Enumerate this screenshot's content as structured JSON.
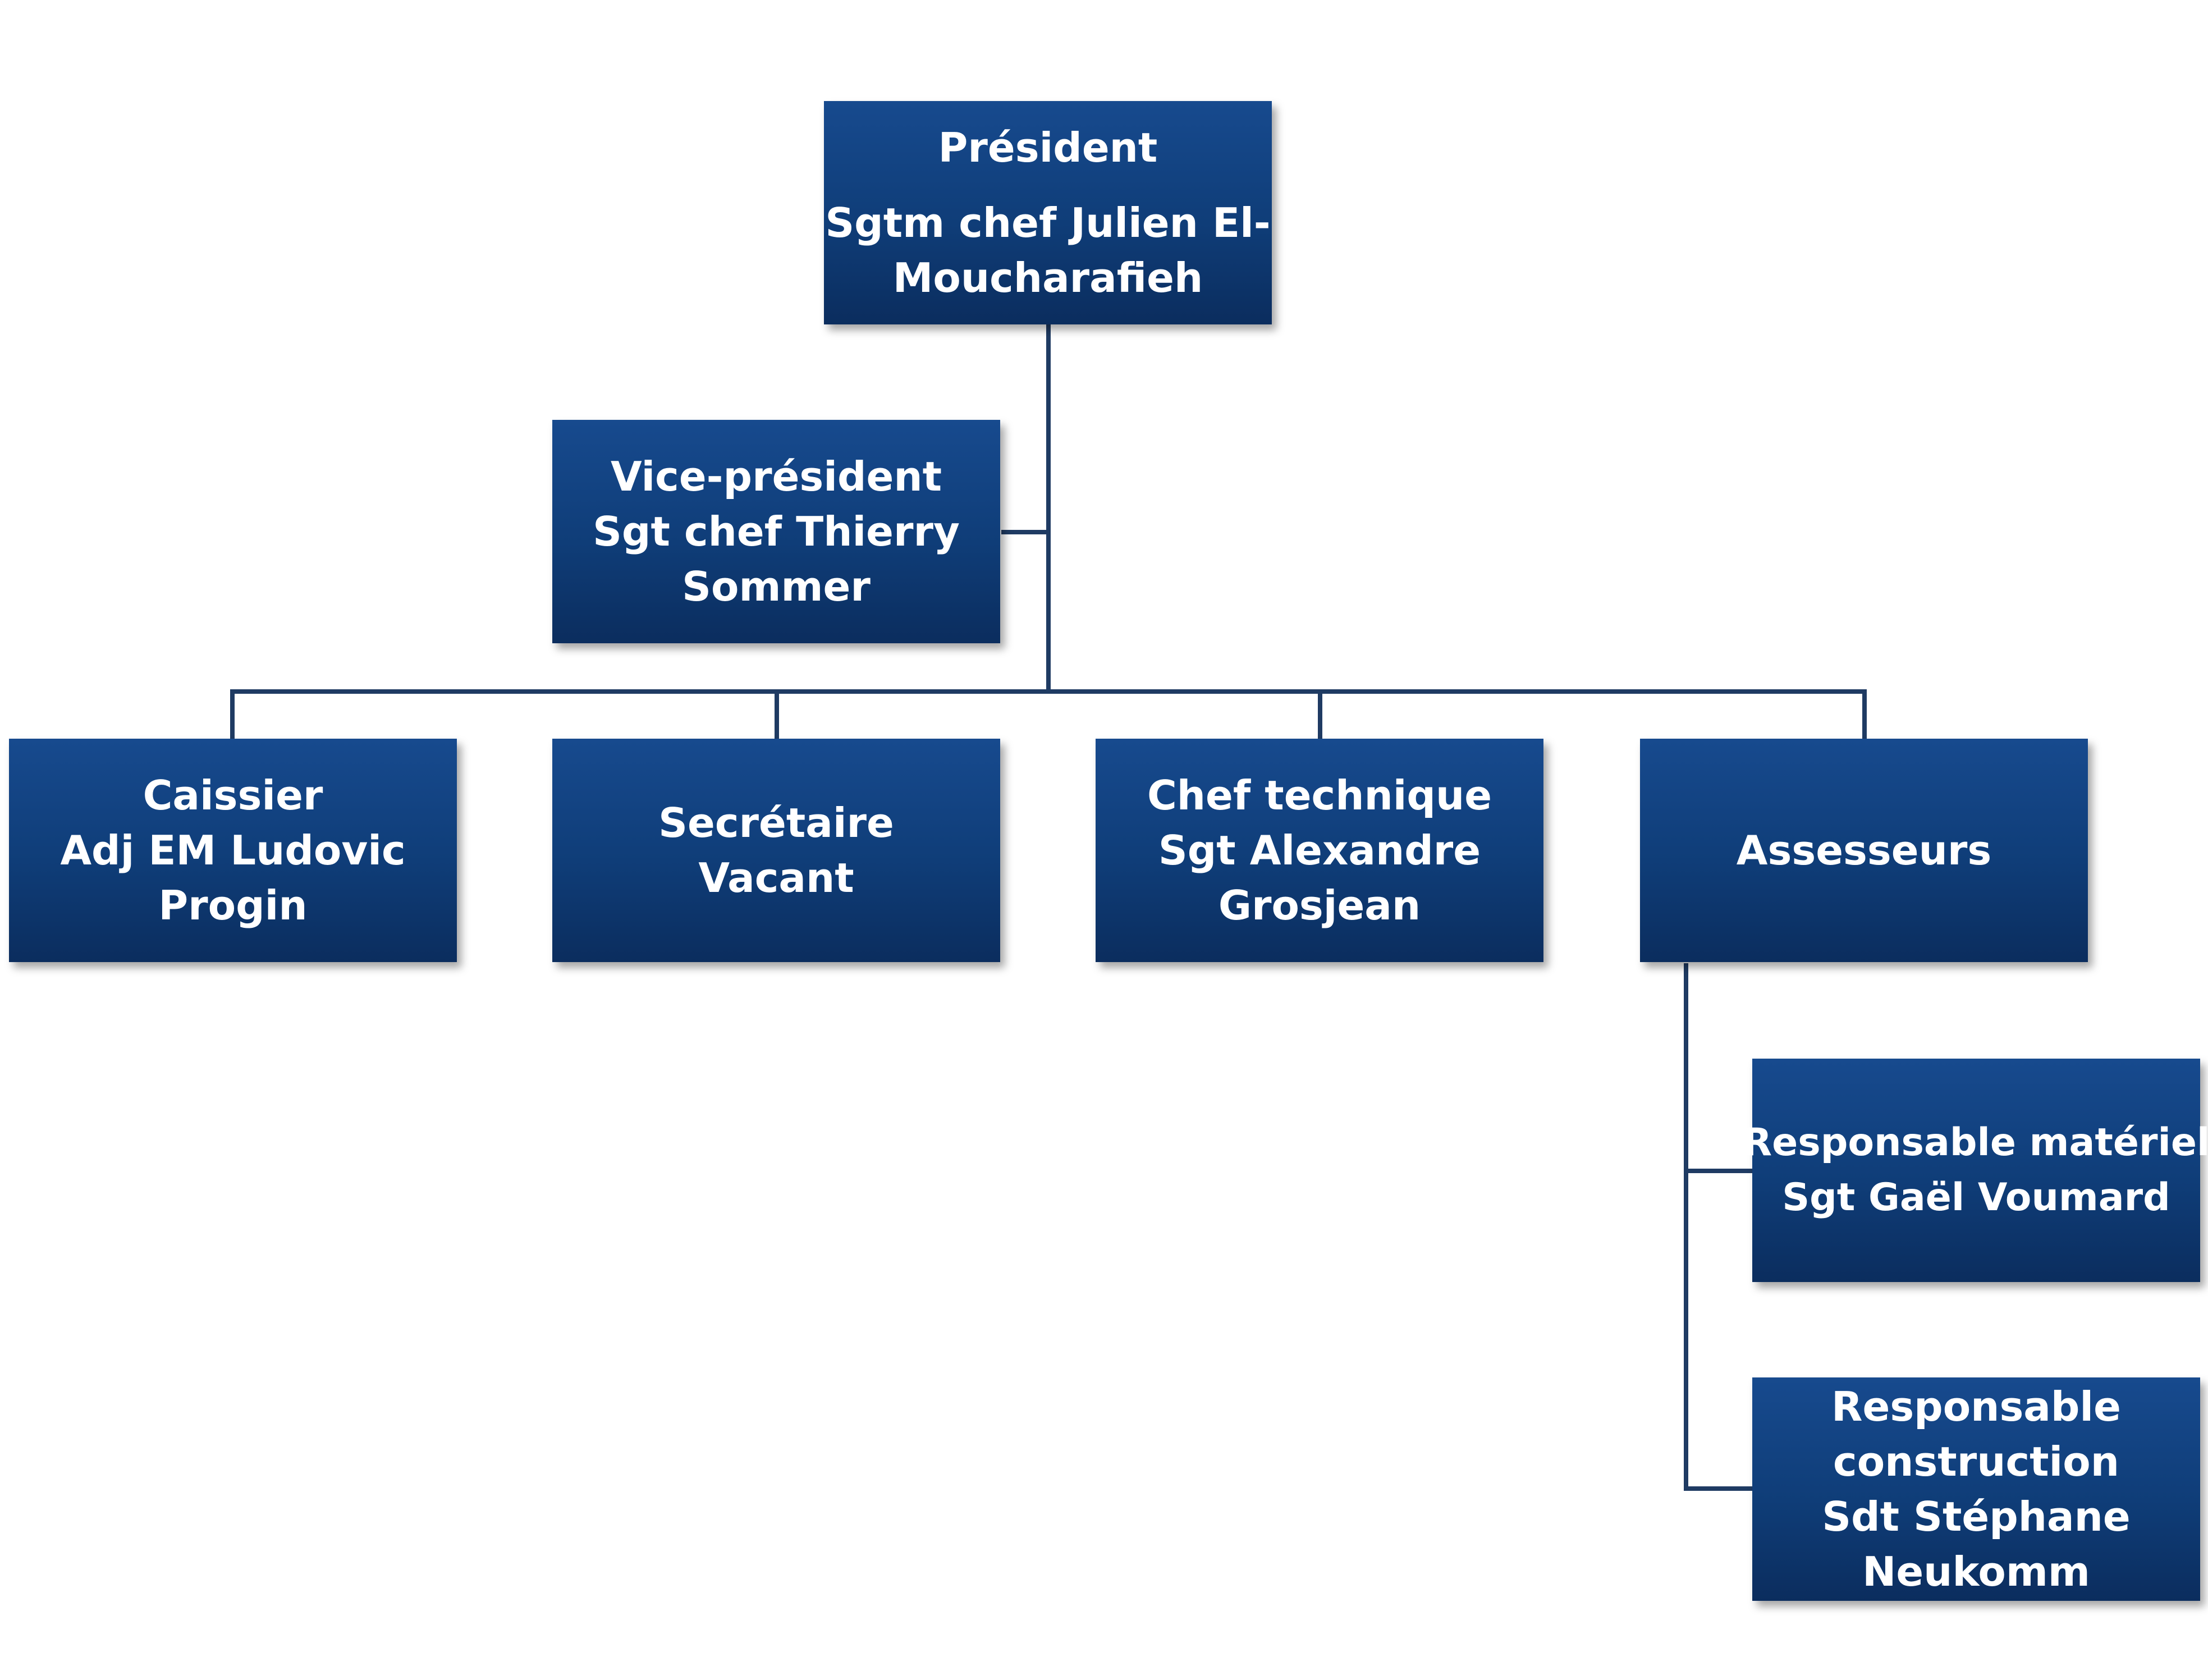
{
  "org_chart": {
    "president": {
      "role": "Président",
      "name_line1": "Sgtm chef Julien El-",
      "name_line2": "Moucharafieh"
    },
    "vice_president": {
      "role": "Vice-président",
      "name_line1": "Sgt chef Thierry",
      "name_line2": "Sommer"
    },
    "caissier": {
      "role": "Caissier",
      "name_line1": "Adj EM Ludovic",
      "name_line2": "Progin"
    },
    "secretaire": {
      "role": "Secrétaire",
      "name_line1": "Vacant"
    },
    "chef_technique": {
      "role": "Chef technique",
      "name_line1": "Sgt Alexandre",
      "name_line2": "Grosjean"
    },
    "assesseurs": {
      "role": "Assesseurs"
    },
    "responsable_materiel": {
      "role": "Responsable matériel",
      "name_line1": "Sgt Gaël Voumard"
    },
    "responsable_construction": {
      "role_line1": "Responsable",
      "role_line2": "construction",
      "name_line1": "Sdt Stéphane",
      "name_line2": "Neukomm"
    },
    "colors": {
      "box_top": "#174a8e",
      "box_bottom": "#0b2d5e",
      "connector": "#1f3b63",
      "text": "#ffffff"
    }
  }
}
